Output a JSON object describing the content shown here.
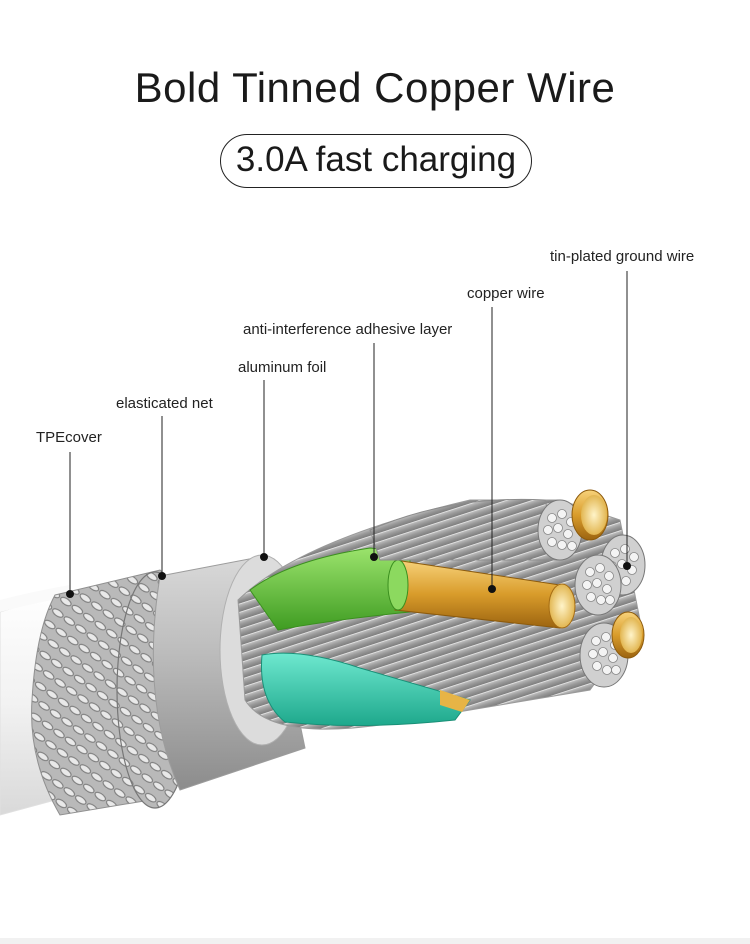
{
  "title": "Bold Tinned Copper Wire",
  "subtitle": "3.0A fast charging",
  "labels": {
    "tpe_cover": "TPEcover",
    "elasticated_net": "elasticated net",
    "aluminum_foil": "aluminum foil",
    "adhesive_layer": "anti-interference adhesive layer",
    "copper_wire": "copper wire",
    "ground_wire": "tin-plated ground wire"
  },
  "colors": {
    "green_wire": "#5fbf3a",
    "teal_wire": "#2ec6a8",
    "copper_core": "#d99c2b",
    "tinned": "#c0c0c0"
  }
}
